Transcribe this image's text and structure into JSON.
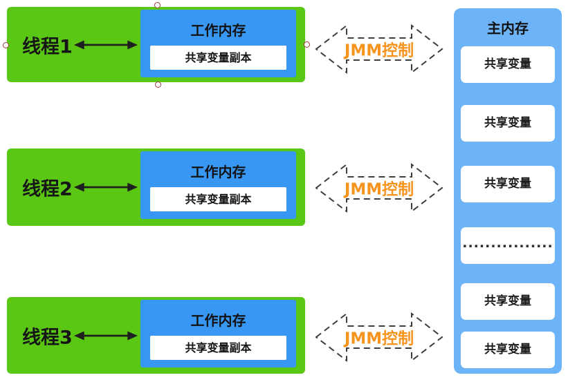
{
  "diagram": {
    "threads": [
      {
        "label": "线程1"
      },
      {
        "label": "线程2"
      },
      {
        "label": "线程3"
      }
    ],
    "working_memory_label": "工作内存",
    "shared_copy_label": "共享变量副本",
    "jmm_label": "JMM控制",
    "main_memory": {
      "title": "主内存",
      "cells": [
        "共享变量",
        "共享变量",
        "共享变量",
        "................",
        "共享变量",
        "共享变量"
      ]
    },
    "colors": {
      "thread_green": "#5bc715",
      "working_memory_blue": "#3897f2",
      "main_memory_blue": "#6cb3f7",
      "jmm_orange": "#f7941e",
      "dash_gray": "#3d3d3d",
      "arrow_black": "#1f1f1f",
      "handle_red": "#9b3939"
    }
  }
}
